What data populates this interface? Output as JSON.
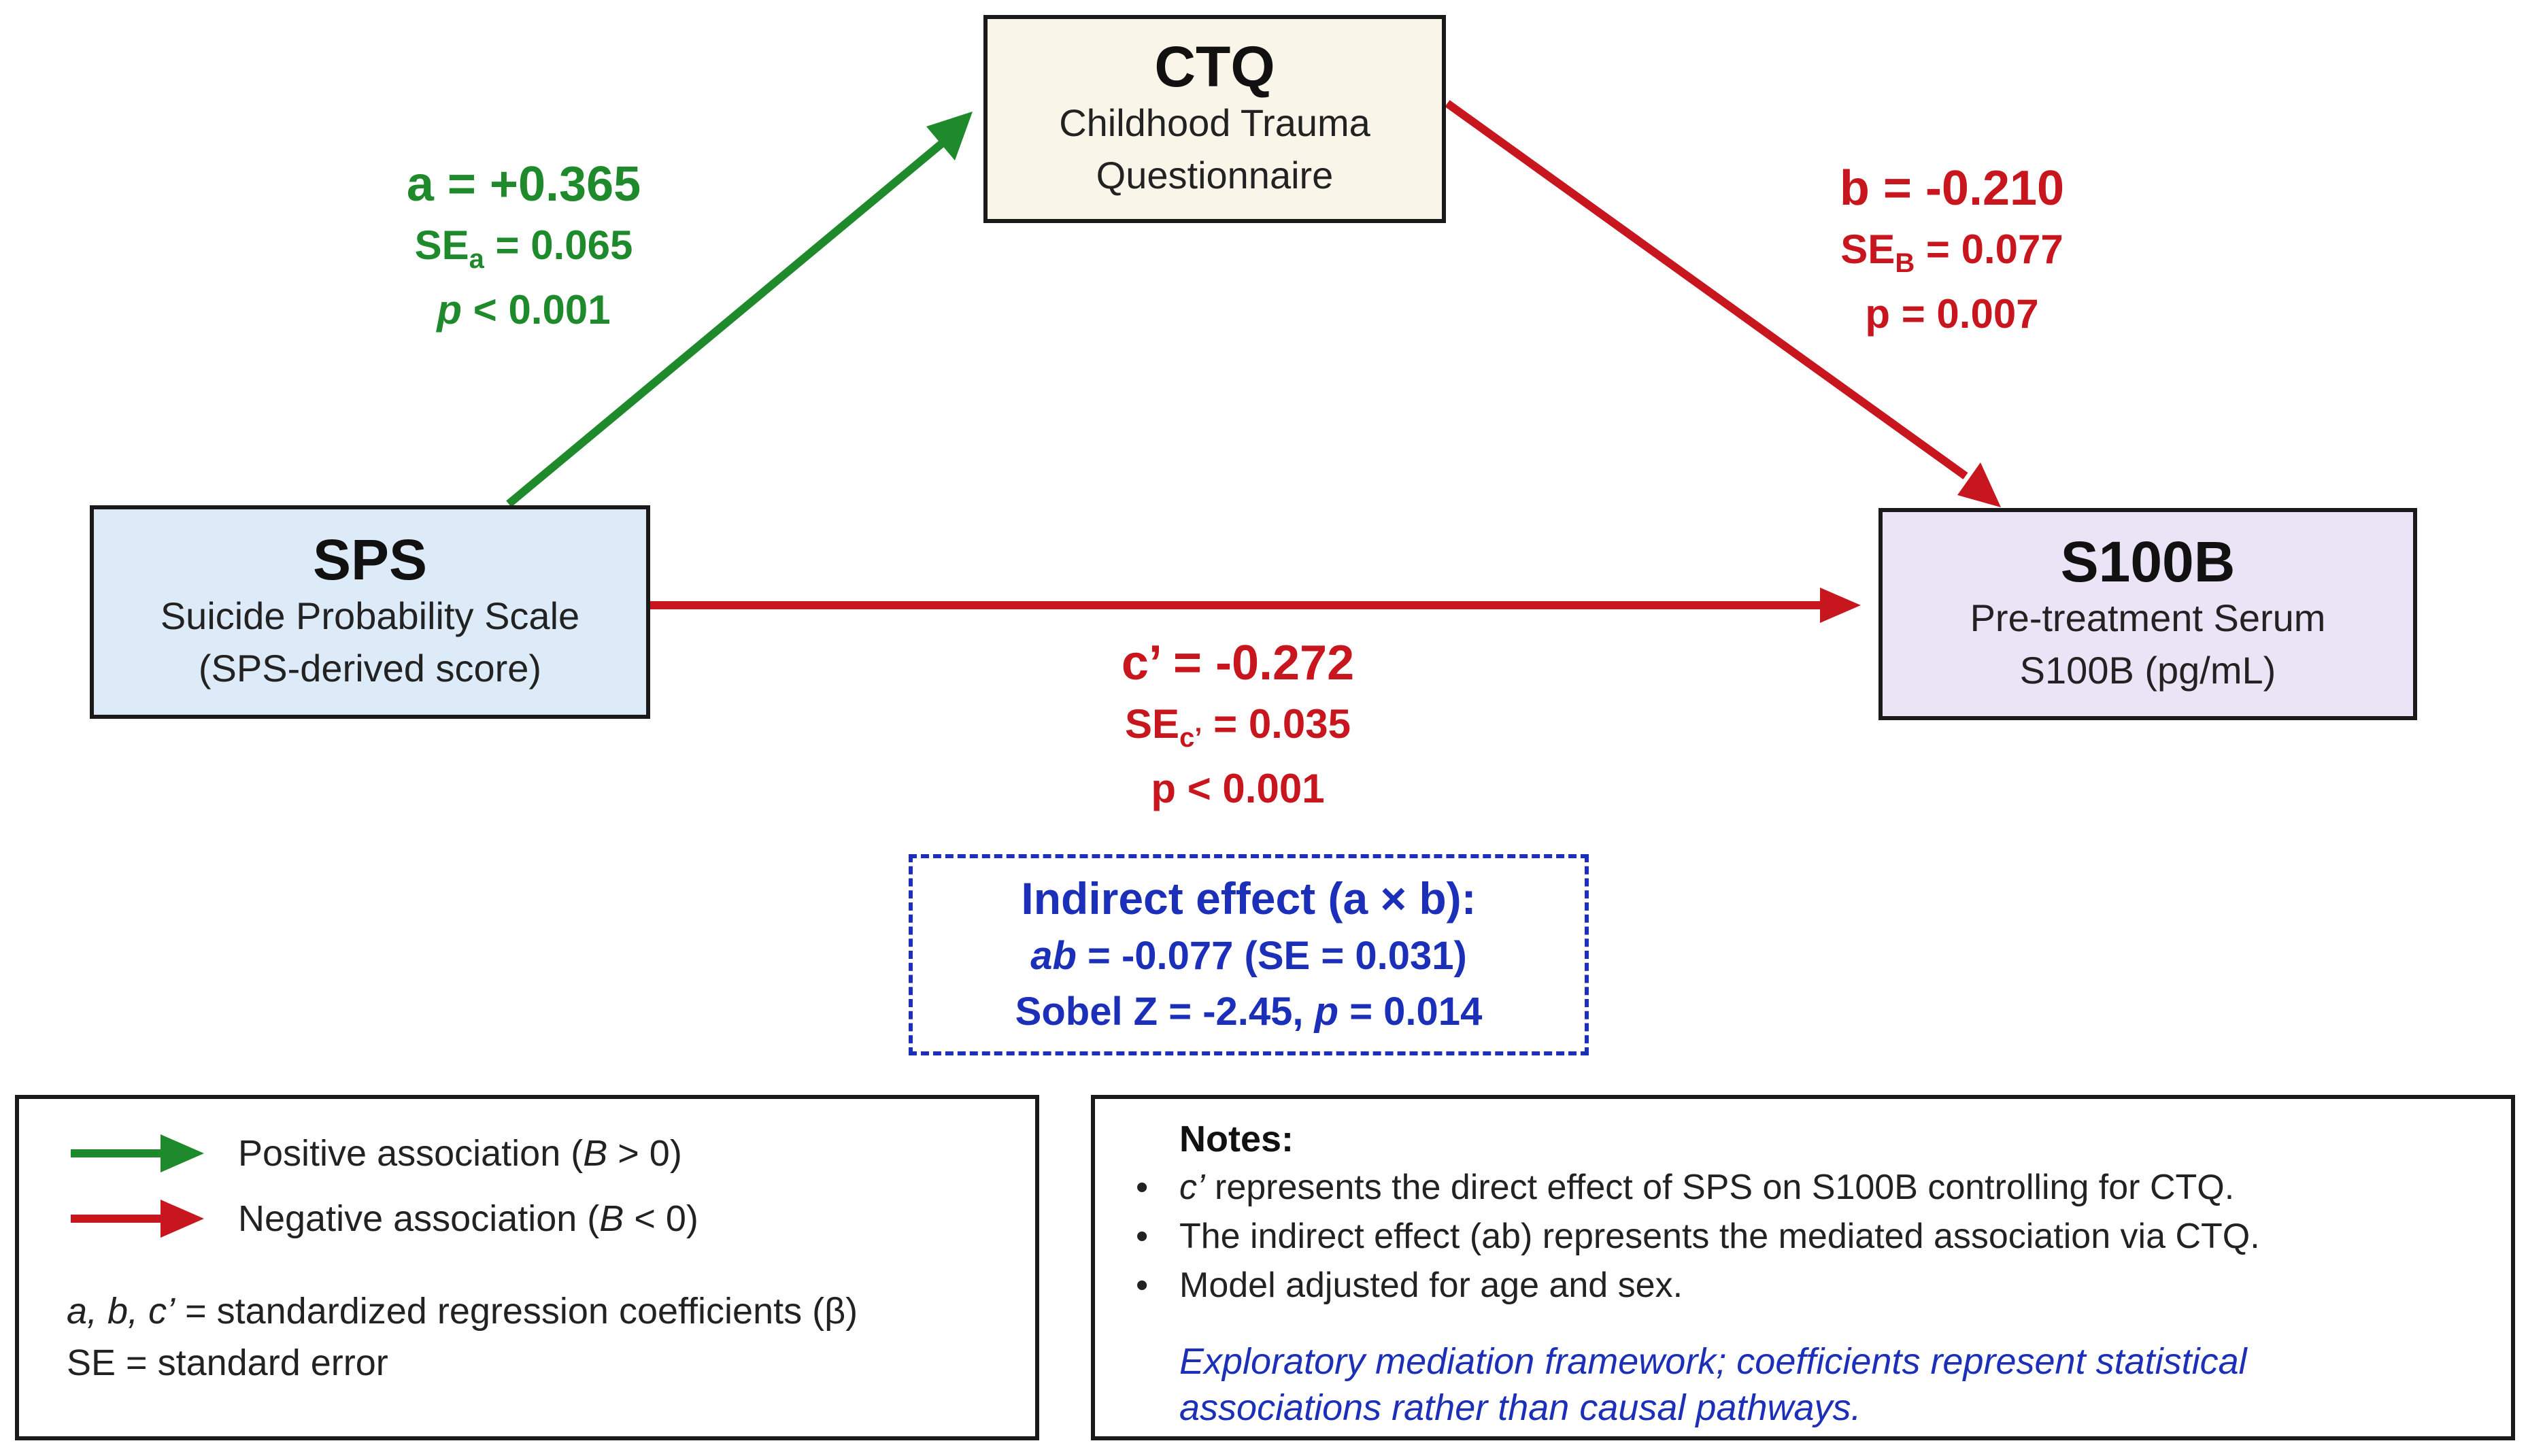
{
  "nodes": {
    "ctq": {
      "abbr": "CTQ",
      "line1": "Childhood Trauma",
      "line2": "Questionnaire"
    },
    "sps": {
      "abbr": "SPS",
      "line1": "Suicide Probability Scale",
      "line2": "(SPS-derived score)"
    },
    "s100b": {
      "abbr": "S100B",
      "line1": "Pre-treatment Serum",
      "line2": "S100B (pg/mL)"
    }
  },
  "paths": {
    "a": {
      "coef": "a = +0.365",
      "se_prefix": "SE",
      "se_sub": "a",
      "se_value": " = 0.065",
      "p_symbol": "p",
      "p_value": " < 0.001",
      "color": "#1f8a2b"
    },
    "b": {
      "coef": "b = -0.210",
      "se_prefix": "SE",
      "se_sub": "B",
      "se_value": " = 0.077",
      "p_text": "p = 0.007",
      "color": "#c8161f"
    },
    "c_prime": {
      "coef": "c’ = -0.272",
      "se_prefix": "SE",
      "se_sub": "c’",
      "se_value": " = 0.035",
      "p_text": "p < 0.001",
      "color": "#c8161f"
    }
  },
  "indirect": {
    "title": "Indirect effect (a × b):",
    "ab_symbol": "ab",
    "ab_value": " = -0.077 (SE = 0.031)",
    "sobel_prefix": "Sobel Z = -2.45, ",
    "sobel_p_symbol": "p",
    "sobel_p_value": " = 0.014",
    "color": "#1c2fb8"
  },
  "legend": {
    "positive": {
      "text_before": "Positive association (",
      "symbol": "B",
      "text_after": " > 0)",
      "color": "#1f8a2b"
    },
    "negative": {
      "text_before": "Negative association (",
      "symbol": "B",
      "text_after": " < 0)",
      "color": "#c8161f"
    },
    "coef_def": {
      "symbols": "a, b, c’",
      "text": " = standardized regression coefficients (β)"
    },
    "se_def": "SE = standard error"
  },
  "notes": {
    "heading": "Notes:",
    "items": [
      {
        "symbol": "c’",
        "text": " represents the direct effect of SPS on S100B controlling for CTQ."
      },
      {
        "text": "The indirect effect (ab) represents the mediated association via CTQ."
      },
      {
        "text": "Model adjusted for age and sex."
      }
    ],
    "italic_line1": "Exploratory mediation framework; coefficients represent statistical",
    "italic_line2": "associations rather than causal pathways."
  }
}
